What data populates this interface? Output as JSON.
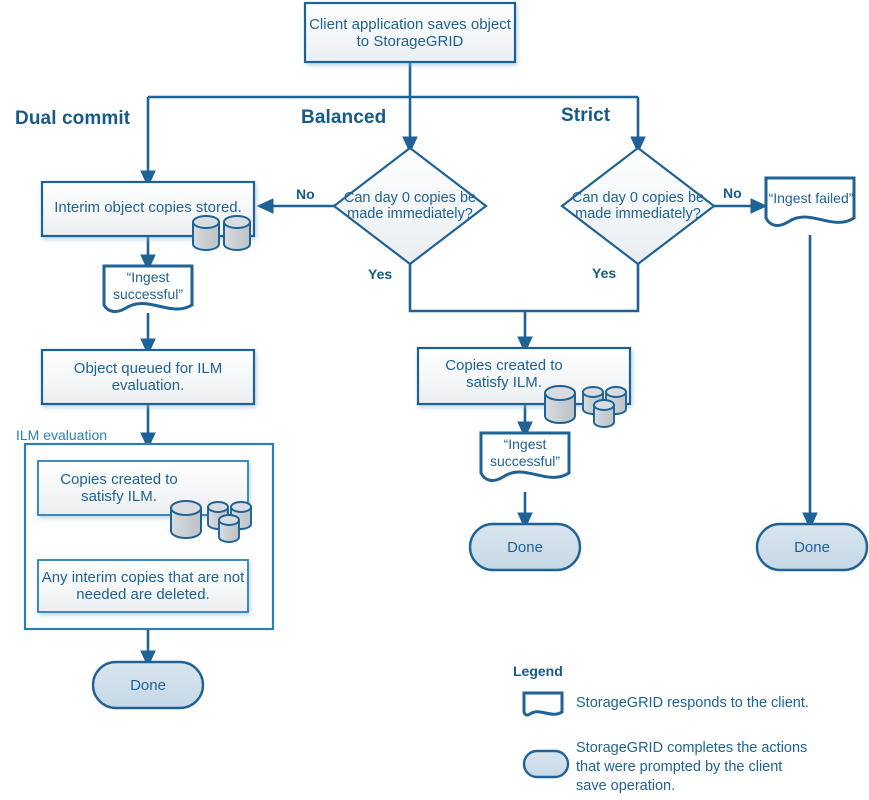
{
  "diagram": {
    "title_node": {
      "label": "Client application saves object to StorageGRID"
    },
    "branches": [
      {
        "key": "dual_commit",
        "title": "Dual commit"
      },
      {
        "key": "balanced",
        "title": "Balanced"
      },
      {
        "key": "strict",
        "title": "Strict"
      }
    ],
    "nodes": {
      "interim_copies": {
        "label": "Interim object copies stored."
      },
      "ingest_successful_left": {
        "label": "“Ingest successful”"
      },
      "object_queued": {
        "label": "Object queued for ILM evaluation."
      },
      "ilm_evaluation_group": {
        "label": "ILM evaluation"
      },
      "copies_created_left": {
        "label": "Copies created to satisfy ILM."
      },
      "interim_deleted": {
        "label": "Any interim copies that are not needed are deleted."
      },
      "done_left": {
        "label": "Done"
      },
      "decision_balanced": {
        "label": "Can  day 0 copies be made immediately?"
      },
      "decision_strict": {
        "label": "Can  day 0 copies be made immediately?"
      },
      "copies_created_center": {
        "label": "Copies created to satisfy ILM."
      },
      "ingest_successful_center": {
        "label": "“Ingest successful”"
      },
      "done_center": {
        "label": "Done"
      },
      "ingest_failed": {
        "label": "“Ingest failed”"
      },
      "done_right": {
        "label": "Done"
      }
    },
    "edge_labels": {
      "balanced_no": "No",
      "balanced_yes": "Yes",
      "strict_no": "No",
      "strict_yes": "Yes"
    },
    "legend": {
      "title": "Legend",
      "items": [
        {
          "shape": "document-shape",
          "text": "StorageGRID responds to the client."
        },
        {
          "shape": "rounded-capsule-shape",
          "text": "StorageGRID completes the actions that were prompted by the client save operation."
        }
      ]
    },
    "colors": {
      "line": "#1f6296",
      "text": "#1f6296",
      "heading": "#165a8a",
      "box_fill_top": "#ffffff",
      "box_fill_bottom": "#eef1f4",
      "done_fill": "#cfdfe9",
      "cylinder_fill": "#c9ced2",
      "group_border": "#2b7fb8"
    }
  }
}
